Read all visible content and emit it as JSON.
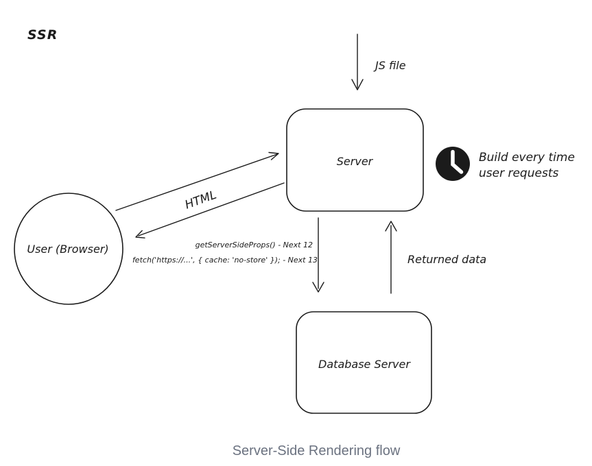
{
  "diagram": {
    "title_label": "SSR",
    "caption": "Server-Side Rendering flow",
    "nodes": {
      "server": {
        "label": "Server"
      },
      "database": {
        "label": "Database Server"
      },
      "user": {
        "label": "User (Browser)"
      }
    },
    "edges": {
      "js_file": {
        "label": "JS file",
        "direction": "down-into-server"
      },
      "request": {
        "direction": "user-to-server"
      },
      "response": {
        "label": "HTML",
        "direction": "server-to-user"
      },
      "server_to_db": {
        "note_line1": "getServerSideProps() - Next 12",
        "note_line2": "fetch('https://...', { cache: 'no-store' }); - Next 13"
      },
      "db_to_server": {
        "label": "Returned data"
      }
    },
    "annotations": {
      "clock_icon": "clock-icon",
      "clock_note_line1": "Build every time",
      "clock_note_line2": "user requests"
    },
    "colors": {
      "ink": "#1b1b1b",
      "caption": "#6b7280",
      "background": "#ffffff"
    }
  }
}
